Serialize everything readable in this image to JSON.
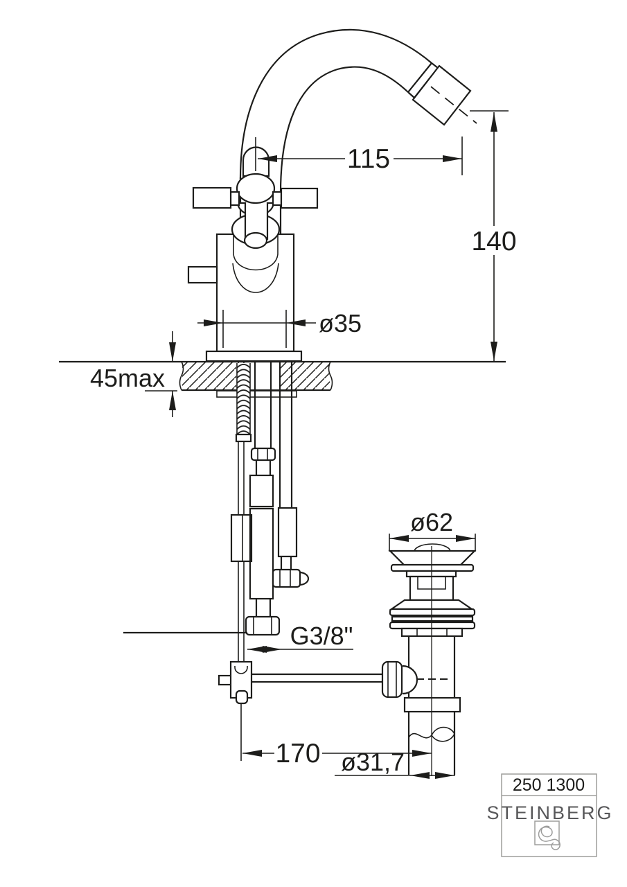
{
  "dimensions": {
    "spout_reach": "115",
    "spout_height": "140",
    "body_diameter": "ø35",
    "deck_thickness": "45max",
    "drain_flange_diameter": "ø62",
    "supply_thread": "G3/8\"",
    "drain_offset": "170",
    "tailpipe_diameter": "ø31,7"
  },
  "title_block": {
    "model_number": "250 1300",
    "brand": "STEINBERG"
  },
  "colors": {
    "line": "#1d1d1b",
    "brand_text": "#58585a",
    "box_border": "#9d9d9c",
    "background": "#ffffff"
  }
}
